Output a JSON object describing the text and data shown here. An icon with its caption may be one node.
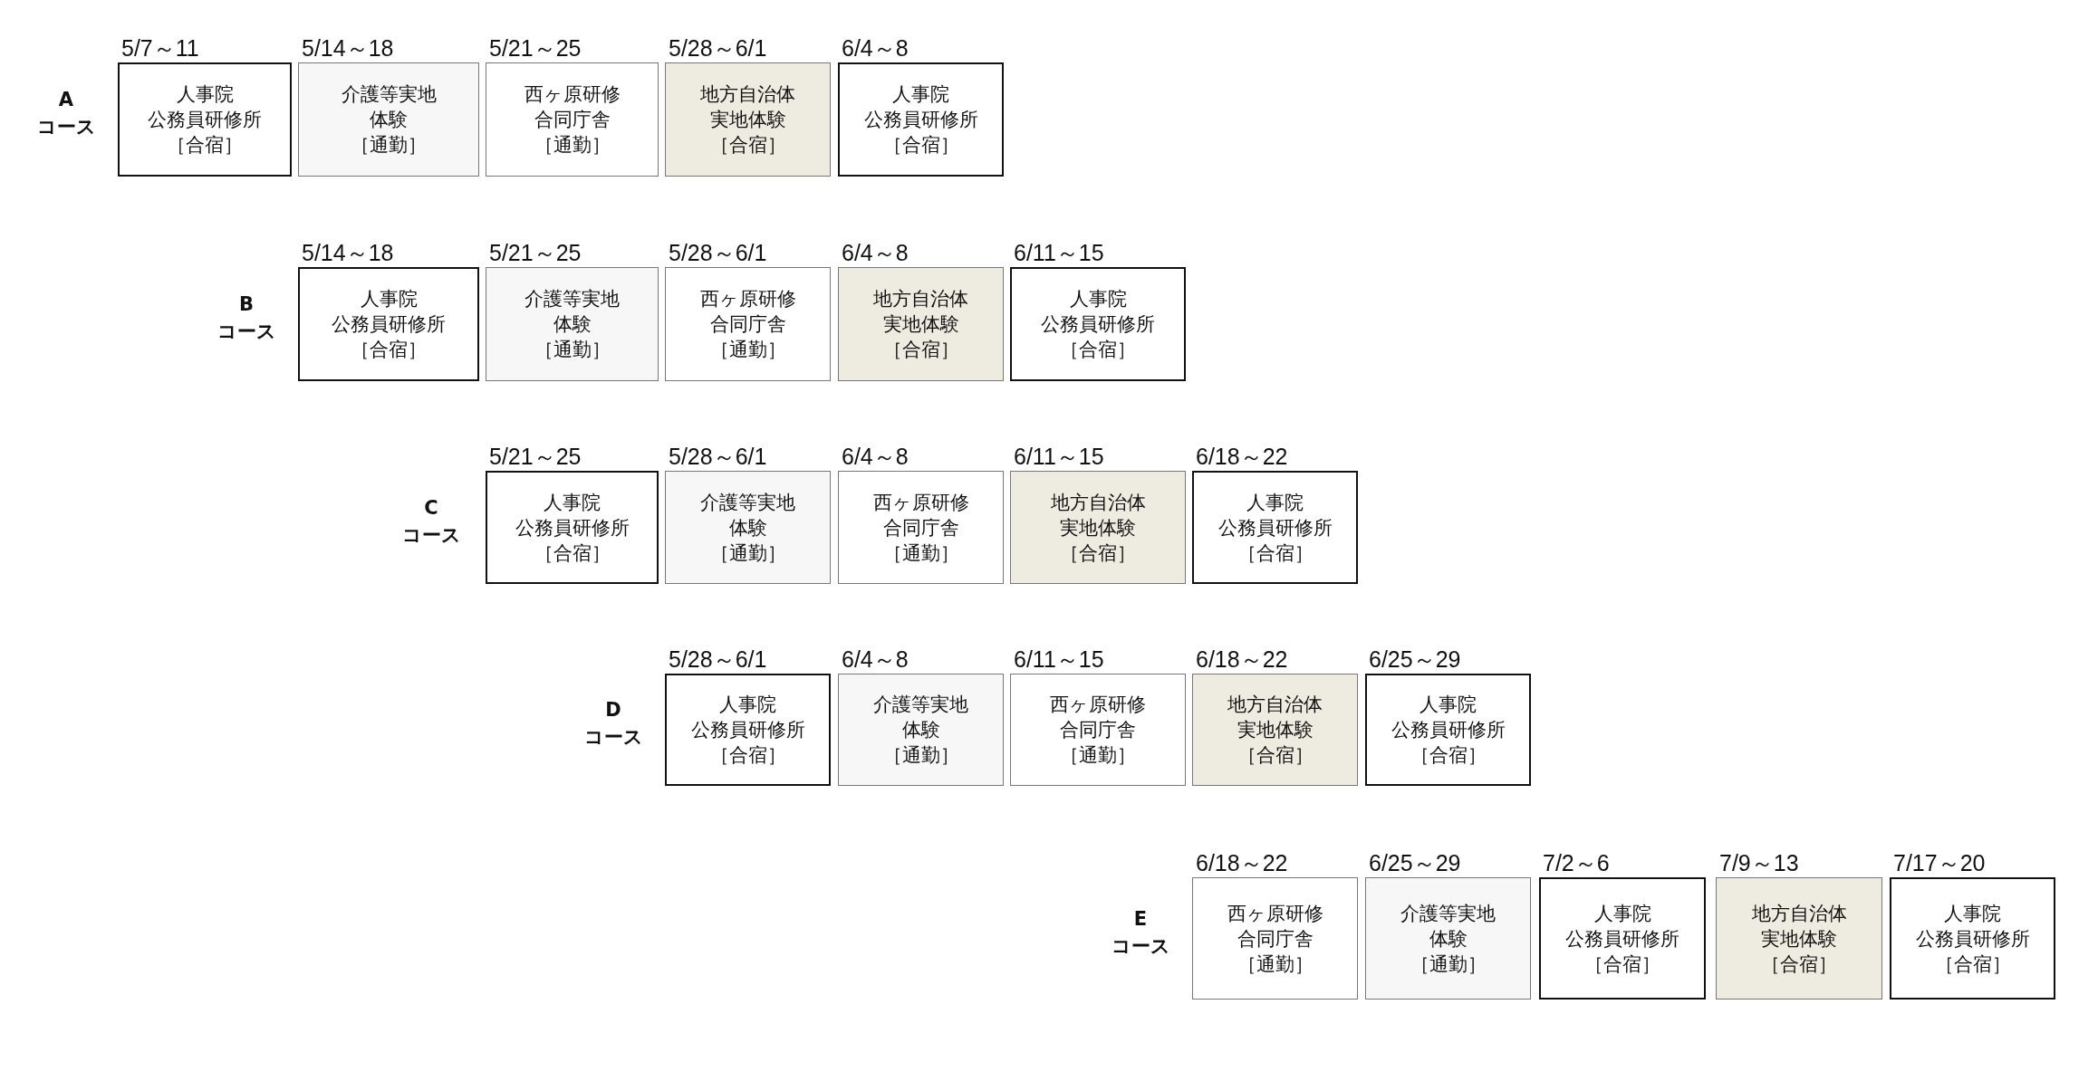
{
  "diagram": {
    "nodes": [
      {
        "text": [
          "人事院",
          "公務員研修所",
          "［合宿］"
        ],
        "beside": [
          "5/7～11"
        ]
      },
      {
        "text": [
          "介護等実地体験",
          "［通勤］"
        ],
        "beside": [
          "5/14～18"
        ]
      },
      {
        "text": [
          "西ヶ原研修合同庁舎",
          "［通勤］"
        ],
        "beside": [
          "5/21～25"
        ]
      },
      {
        "text": [
          "地方自治体実地体験",
          "［合宿］"
        ],
        "beside": [
          "5/28～6/1"
        ]
      },
      {
        "text": [
          "人事院",
          "公務員研修所",
          "［合宿］"
        ],
        "beside": [
          "6/4～8"
        ]
      },
      {
        "text": [
          "人事院",
          "公務員研修所",
          "［合宿］"
        ],
        "beside": [
          "5/14～18"
        ]
      },
      {
        "text": [
          "介護等実地体験",
          "［通勤］"
        ],
        "beside": [
          "5/21～25"
        ]
      },
      {
        "text": [
          "西ヶ原研修合同庁舎",
          "［通勤］"
        ],
        "beside": [
          "5/28～6/1"
        ]
      },
      {
        "text": [
          "地方自治体実地体験",
          "［合宿］"
        ],
        "beside": [
          "6/4～8"
        ]
      },
      {
        "text": [
          "人事院",
          "公務員研修所",
          "［合宿］"
        ],
        "beside": [
          "6/11～15"
        ]
      },
      {
        "text": [
          "人事院",
          "公務員研修所",
          "［合宿］"
        ],
        "beside": [
          "5/21～25"
        ]
      },
      {
        "text": [
          "介護等実地体験",
          "［通勤］"
        ],
        "beside": [
          "5/28～6/1"
        ]
      },
      {
        "text": [
          "西ヶ原研修合同庁舎",
          "［通勤］"
        ],
        "beside": [
          "6/4～8"
        ]
      },
      {
        "text": [
          "地方自治体実地体験",
          "［合宿］"
        ],
        "beside": [
          "6/11～15"
        ]
      },
      {
        "text": [
          "人事院",
          "公務員研修所",
          "［合宿］"
        ],
        "beside": [
          "6/18～22"
        ]
      },
      {
        "text": [
          "人事院",
          "公務員研修所",
          "［合宿］"
        ],
        "beside": [
          "5/28～6/1"
        ]
      },
      {
        "text": [
          "介護等実地体験",
          "［通勤］"
        ],
        "beside": [
          "6/4～8"
        ]
      },
      {
        "text": [
          "西ヶ原研修合同庁舎",
          "［通勤］"
        ],
        "beside": [
          "6/11～15"
        ]
      },
      {
        "text": [
          "地方自治体実地体験",
          "［合宿］"
        ],
        "beside": [
          "6/18～22"
        ]
      },
      {
        "text": [
          "人事院",
          "公務員研修所",
          "［合宿］"
        ],
        "beside": [
          "6/25～29"
        ]
      },
      {
        "text": [
          "西ヶ原研修合同庁舎",
          "［通勤］"
        ],
        "beside": [
          "6/18～22"
        ]
      },
      {
        "text": [
          "介護等実地体験",
          "［通勤］"
        ],
        "beside": [
          "6/25～29"
        ]
      },
      {
        "text": [
          "人事院",
          "公務員研修所",
          "［合宿］"
        ],
        "beside": [
          "7/2～6"
        ]
      },
      {
        "text": [
          "地方自治体実地体験",
          "［合宿］"
        ],
        "beside": [
          "7/9～13"
        ]
      },
      {
        "text": [
          "人事院",
          "公務員研修所",
          "［合宿］"
        ],
        "beside": [
          "7/17～20"
        ]
      }
    ],
    "labels": [
      "A",
      "コース",
      "B",
      "コース",
      "C",
      "コース",
      "D",
      "コース",
      "E",
      "コース"
    ]
  }
}
